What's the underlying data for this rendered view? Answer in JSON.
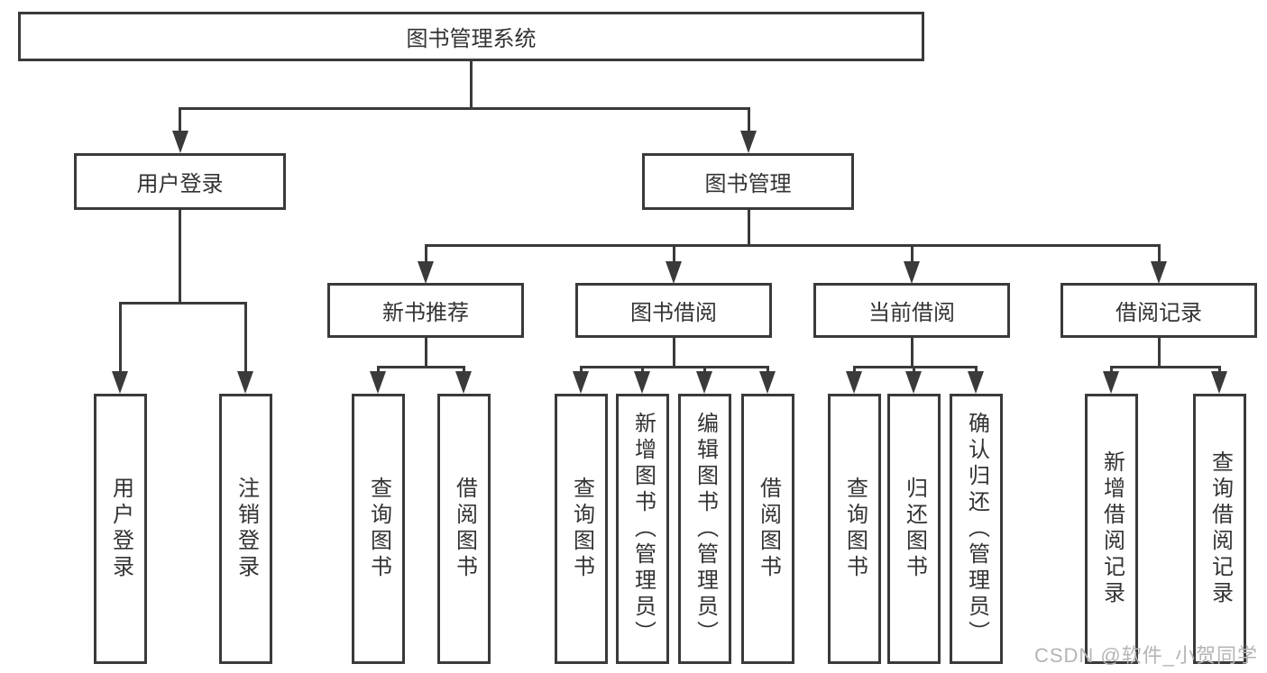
{
  "diagram": {
    "root": {
      "label": "图书管理系统"
    },
    "branches": [
      {
        "label": "用户登录",
        "children": [
          {
            "label": "用户登录"
          },
          {
            "label": "注销登录"
          }
        ]
      },
      {
        "label": "图书管理",
        "children": [
          {
            "label": "新书推荐",
            "children": [
              {
                "label": "查询图书"
              },
              {
                "label": "借阅图书"
              }
            ]
          },
          {
            "label": "图书借阅",
            "children": [
              {
                "label": "查询图书"
              },
              {
                "label": "新增图书（管理员）"
              },
              {
                "label": "编辑图书（管理员）"
              },
              {
                "label": "借阅图书"
              }
            ]
          },
          {
            "label": "当前借阅",
            "children": [
              {
                "label": "查询图书"
              },
              {
                "label": "归还图书"
              },
              {
                "label": "确认归还（管理员）"
              }
            ]
          },
          {
            "label": "借阅记录",
            "children": [
              {
                "label": "新增借阅记录"
              },
              {
                "label": "查询借阅记录"
              }
            ]
          }
        ]
      }
    ]
  },
  "watermark": {
    "text": "CSDN @软件_小贺同学"
  },
  "colors": {
    "line": "#3a3a3a",
    "text": "#333333",
    "background": "#ffffff",
    "watermark": "#b5b5b5"
  }
}
